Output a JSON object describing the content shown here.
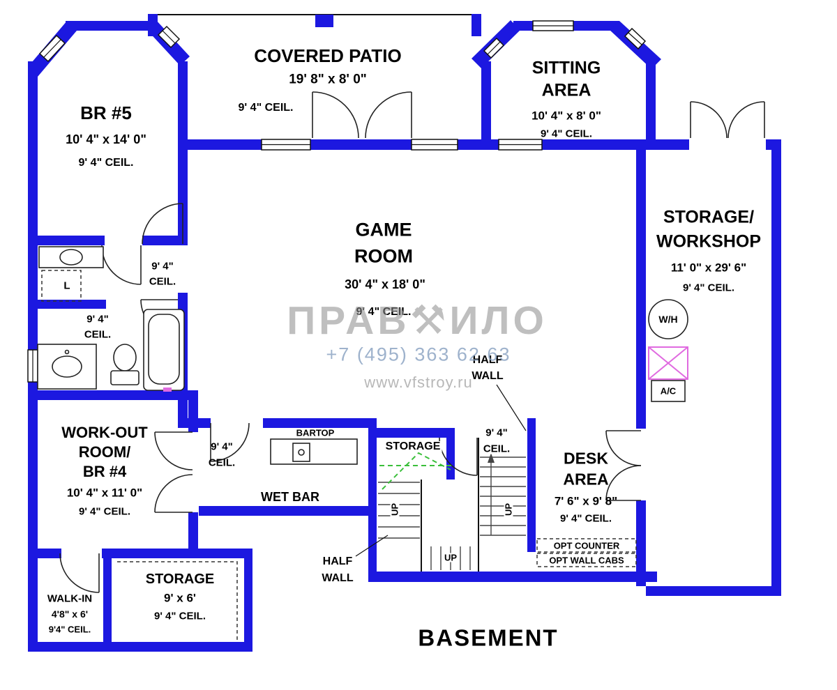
{
  "colors": {
    "wall": "#1c18e0",
    "accent_green": "#3abf3a",
    "accent_magenta": "#e06ae0",
    "watermark_gray": "#8c8c8c",
    "watermark_blue": "#86a0c0"
  },
  "title": "BASEMENT",
  "rooms": {
    "br5": {
      "name": "BR #5",
      "dims": "10' 4\" x 14' 0\"",
      "ceil": "9' 4\" CEIL."
    },
    "patio": {
      "name": "COVERED PATIO",
      "dims": "19' 8\" x 8' 0\"",
      "ceil": "9' 4\" CEIL."
    },
    "sitting": {
      "name1": "SITTING",
      "name2": "AREA",
      "dims": "10' 4\" x 8' 0\"",
      "ceil": "9' 4\" CEIL."
    },
    "game": {
      "name1": "GAME",
      "name2": "ROOM",
      "dims": "30' 4\" x 18' 0\"",
      "ceil": "9' 4\" CEIL."
    },
    "workshop": {
      "name1": "STORAGE/",
      "name2": "WORKSHOP",
      "dims": "11' 0\" x 29' 6\"",
      "ceil": "9' 4\" CEIL."
    },
    "workout": {
      "name1": "WORK-OUT",
      "name2": "ROOM/",
      "name3": "BR #4",
      "dims": "10' 4\" x 11' 0\"",
      "ceil": "9' 4\" CEIL."
    },
    "desk": {
      "name1": "DESK",
      "name2": "AREA",
      "dims": "7' 6\" x 9' 8\"",
      "ceil": "9' 4\" CEIL.",
      "opt_counter": "OPT COUNTER",
      "opt_wall_cabs": "OPT WALL CABS"
    },
    "wetbar": {
      "name": "WET BAR",
      "bartop": "BARTOP"
    },
    "storage_mid": {
      "name": "STORAGE"
    },
    "storage_small": {
      "name": "STORAGE",
      "dims": "9' x 6'",
      "ceil": "9' 4\" CEIL."
    },
    "walkin": {
      "name": "WALK-IN",
      "dims": "4'8\" x 6'",
      "ceil": "9'4\" CEIL."
    }
  },
  "labels": {
    "ceil1": "9' 4\"",
    "ceil2": "CEIL.",
    "half1": "HALF",
    "half2": "WALL",
    "up": "UP",
    "linen": "L",
    "water_heater": "W/H",
    "ac": "A/C"
  },
  "watermark": {
    "brand_left": "ПРАВ",
    "tool_icon": "⚒",
    "brand_right": "ИЛО",
    "phone": "+7 (495) 363 62 63",
    "site": "www.vfstroy.ru"
  }
}
